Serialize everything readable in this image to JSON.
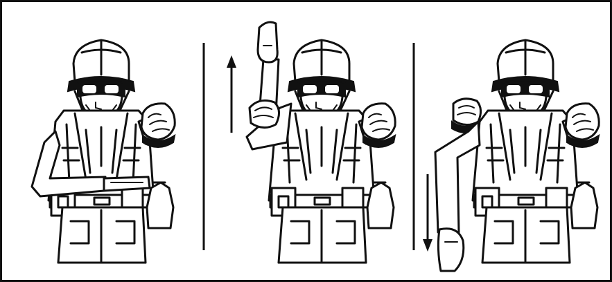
{
  "figure": {
    "panels": [
      {
        "pose": "right-fist-at-shoulder-left-arm-across-waist",
        "arrow": "none"
      },
      {
        "pose": "left-arm-raised-overhead",
        "arrow": "up"
      },
      {
        "pose": "left-arm-lowered-to-side",
        "arrow": "down"
      }
    ],
    "colors": {
      "line": "#111111",
      "background": "#ffffff"
    }
  }
}
